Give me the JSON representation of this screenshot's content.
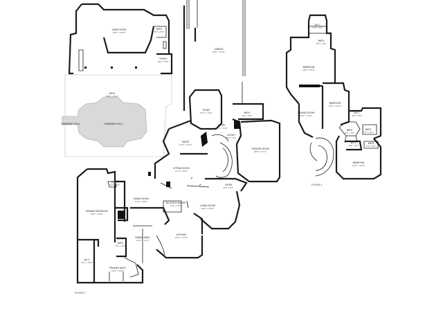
{
  "rooms": {
    "game_room": {
      "name": "GAME ROOM",
      "dim": "30'0\" x 16'0\""
    },
    "bath_top": {
      "name": "BATH",
      "dim": "9'0\" x 5'0\""
    },
    "porch": {
      "name": "PORCH",
      "dim": "20'0\" x 8'0\""
    },
    "deck": {
      "name": "DECK",
      "dim": "38'0\" x 30'0\""
    },
    "swimming_pool": {
      "name": "SWIMMING POOL"
    },
    "swimming_pool_side": {
      "name": "SWIMMING POOL"
    },
    "garage": {
      "name": "GARAGE",
      "dim": "26'0\" x 21'0\""
    },
    "study": {
      "name": "STUDY",
      "dim": "13'0\" x 14'0\""
    },
    "bath_mid": {
      "name": "BATH",
      "dim": "9'0\" x 6'0\""
    },
    "entry": {
      "name": "ENTRY",
      "dim": "14'0\" x 11'0\""
    },
    "closet": {
      "name": "CLOSET",
      "dim": "8'0\" x 4'0\""
    },
    "theatre_room": {
      "name": "THEATRE ROOM",
      "dim": "18'0\" x 17'0\""
    },
    "sitting_room": {
      "name": "SITTING ROOM",
      "dim": "17'0\" x 15'0\""
    },
    "foyer": {
      "name": "FOYER",
      "dim": "9'0\" x 6'0\""
    },
    "entry_small": {
      "name": "ENTRY",
      "dim": "6'0\" x 5'0\""
    },
    "primary_bedroom": {
      "name": "PRIMARY BEDROOM",
      "dim": "16'0\" x 20'0\""
    },
    "family_room": {
      "name": "FAMILY ROOM",
      "dim": "17'0\" x 18'0\""
    },
    "butlers_pantry": {
      "name": "BUTLER'S PANTRY",
      "dim": "11'0\" x 6'0\""
    },
    "living_room": {
      "name": "LIVING ROOM",
      "dim": "16'0\" x 15'0\""
    },
    "dining_area": {
      "name": "DINING AREA",
      "dim": "12'0\" x 11'0\""
    },
    "kitchen": {
      "name": "KITCHEN",
      "dim": "15'0\" x 17'0\""
    },
    "wic_main": {
      "name": "W.I.C.",
      "dim": "9'0\" x 10'0\""
    },
    "primary_bath": {
      "name": "PRIMARY BATH",
      "dim": "13'0\" x 10'0\""
    },
    "bath_main": {
      "name": "BATH",
      "dim": "5'0\" x 4'0\""
    },
    "wic_upper": {
      "name": "W.I.C.",
      "dim": "5'0\" x 4'0\""
    },
    "bath_upper_top": {
      "name": "BATH",
      "dim": "9'0\" x 6'0\""
    },
    "bedroom_upper_1": {
      "name": "BEDROOM",
      "dim": "16'0\" x 15'0\""
    },
    "bedroom_upper_2": {
      "name": "BEDROOM",
      "dim": "14'0\" x 12'0\""
    },
    "lounge_room": {
      "name": "LOUNGE ROOM",
      "dim": "13'0\" x 15'0\""
    },
    "wic_upper_2": {
      "name": "W.I.C.",
      "dim": "6'0\" x 6'0\""
    },
    "bath_upper_a": {
      "name": "BATH",
      "dim": "7'0\" x 7'0\""
    },
    "bath_upper_b": {
      "name": "BATH",
      "dim": "7'0\" x 5'0\""
    },
    "wic_upper_3": {
      "name": "W.I.C.",
      "dim": "6'0\" x 4'0\""
    },
    "bath_upper_c": {
      "name": "BATH",
      "dim": "5'0\" x 4'0\""
    },
    "bedroom_upper_3": {
      "name": "BEDROOM",
      "dim": "14'0\" x 12'0\""
    }
  },
  "floors": {
    "floor1": "FLOOR 1",
    "floor2": "FLOOR 2"
  }
}
